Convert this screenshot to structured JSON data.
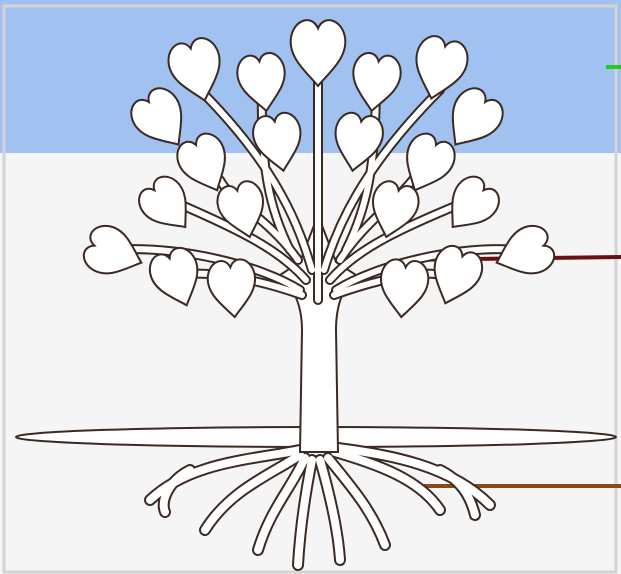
{
  "colors": {
    "sky": "#a1c1f1",
    "ground": "#f5f5f5",
    "frame": "#d4d4d4",
    "outline": "#3b2a22",
    "tree_fill": "#ffffff",
    "leader_canopy": "#6a1010",
    "leader_roots": "#8a4a16",
    "leader_top": "#22cc22"
  },
  "parts": [
    "canopy",
    "trunk",
    "ground-line",
    "roots"
  ],
  "labels": []
}
